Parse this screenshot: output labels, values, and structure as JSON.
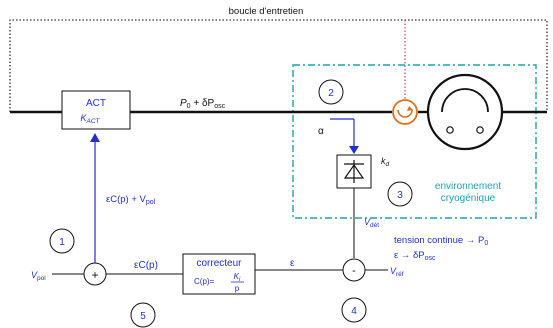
{
  "loop_label": "boucle d'entretien",
  "act_box": {
    "title": "ACT",
    "gain": "K",
    "gain_sub": "ACT"
  },
  "optical_signal": {
    "p": "P",
    "sub0": "0",
    "mid": " + δP",
    "sub": "osc"
  },
  "alpha": "α",
  "kd": {
    "main": "k",
    "sub": "d"
  },
  "environment": {
    "line1": "environnement",
    "line2": "cryogénique"
  },
  "v_det": {
    "main": "V",
    "sub": "dét"
  },
  "annotations": {
    "line1_main": "tension continue → P",
    "line1_sub": "0",
    "line2_main": "ε → δP",
    "line2_sub": "osc"
  },
  "epsilon": "ε",
  "v_ref": {
    "main": "V",
    "sub": "réf"
  },
  "minus_sign": "-",
  "plus_sign": "+",
  "v_pol": {
    "main": "V",
    "sub": "pol"
  },
  "ec_label": "εC(p)",
  "sum_output": {
    "main": "εC(p) + V",
    "sub": "pol"
  },
  "corrector": {
    "title": "correcteur",
    "formula_prefix": "C(p)=",
    "num": "K",
    "num_sub": "i",
    "den": "p"
  },
  "circle_numbers": [
    "1",
    "2",
    "3",
    "4",
    "5"
  ],
  "colors": {
    "blue": "#1f2fd0",
    "teal": "#1aa6ad",
    "black": "#111111",
    "red_dotted": "#c0202a"
  }
}
